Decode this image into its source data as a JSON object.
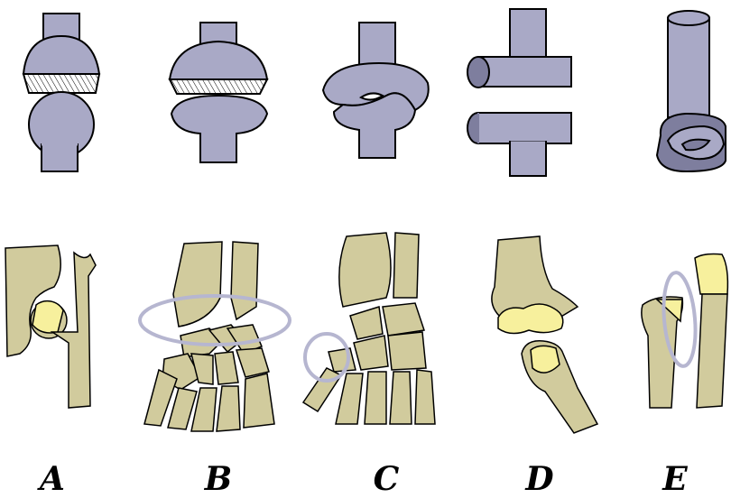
{
  "labels": {
    "a": "A",
    "b": "B",
    "c": "C",
    "d": "D",
    "e": "E"
  },
  "colors": {
    "model": "#a9a9c6",
    "model_dark": "#7e7e9e",
    "bone": "#d1cb9d",
    "cartilage": "#f7f09d",
    "highlight_ring": "#b6b6d0",
    "outline": "#000000"
  },
  "panels": [
    {
      "label_key": "a",
      "model": "ball-and-socket-model",
      "anatomy": "hip-joint"
    },
    {
      "label_key": "b",
      "model": "ellipsoid-model",
      "anatomy": "radiocarpal-wrist-joint"
    },
    {
      "label_key": "c",
      "model": "saddle-model",
      "anatomy": "thumb-carpometacarpal-joint"
    },
    {
      "label_key": "d",
      "model": "hinge-model",
      "anatomy": "elbow-humeroulnar-joint"
    },
    {
      "label_key": "e",
      "model": "pivot-model",
      "anatomy": "radioulnar-joint"
    }
  ]
}
